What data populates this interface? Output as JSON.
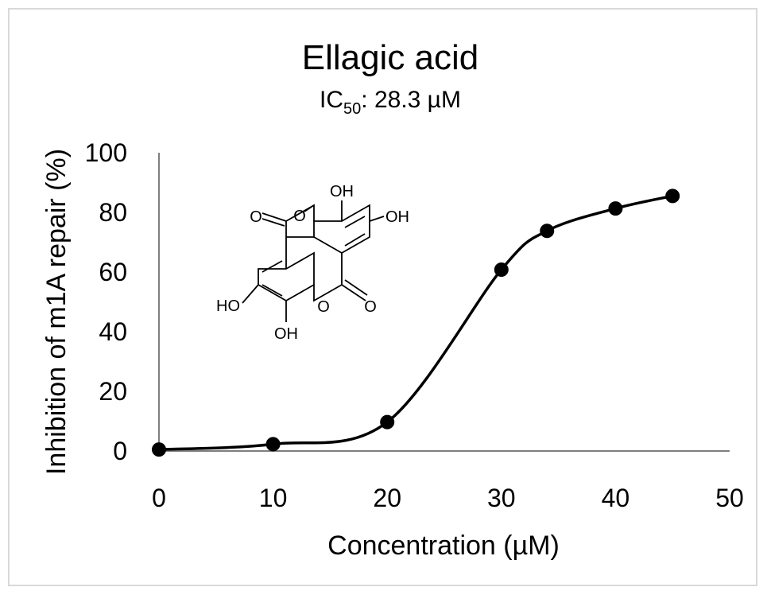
{
  "chart_data": {
    "type": "scatter",
    "title": "Ellagic acid",
    "subtitle": {
      "prefix": "IC",
      "sub": "50",
      "suffix": ": 28.3 µM"
    },
    "xlabel": "Concentration (µM)",
    "ylabel": "Inhibition of m1A repair (%)",
    "xlim": [
      0,
      50
    ],
    "ylim": [
      0,
      100
    ],
    "xticks": [
      0,
      10,
      20,
      30,
      40,
      50
    ],
    "yticks": [
      0,
      20,
      40,
      60,
      80,
      100
    ],
    "grid": false,
    "series": [
      {
        "x": [
          0,
          10,
          20,
          30,
          34,
          40,
          45
        ],
        "y": [
          0.5,
          2.3,
          9.7,
          60.8,
          73.8,
          81.3,
          85.5
        ]
      }
    ],
    "fit_curve": "smooth line through points",
    "inset": {
      "labels": [
        "OH",
        "OH",
        "O",
        "O",
        "HO",
        "O",
        "O",
        "OH"
      ]
    }
  }
}
